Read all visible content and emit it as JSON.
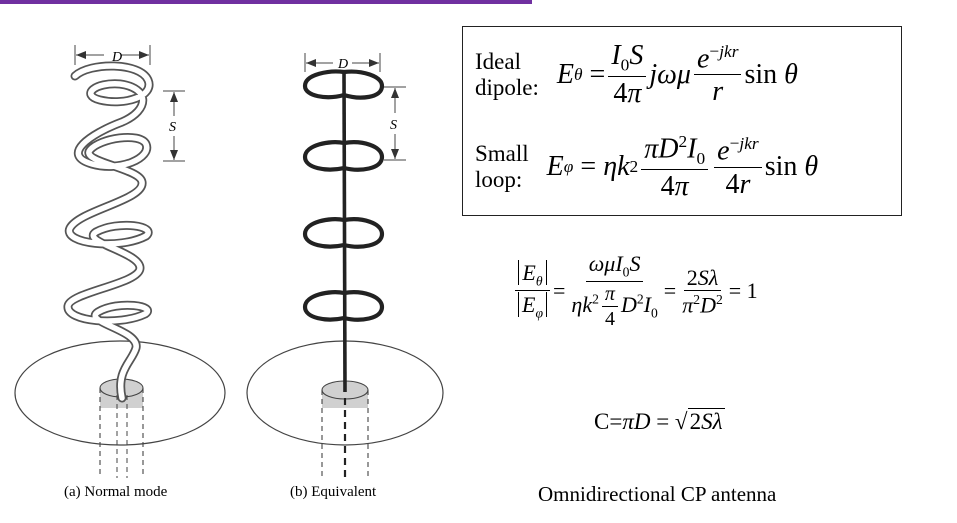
{
  "captions": {
    "normal": "(a)  Normal mode",
    "equivalent": "(b)  Equivalent",
    "bottom": "Omnidirectional CP antenna"
  },
  "dimension_labels": {
    "diameter": "D",
    "spacing": "S"
  },
  "formula_box": {
    "dipole_label_1": "Ideal",
    "dipole_label_2": "dipole:",
    "loop_label_1": "Small",
    "loop_label_2": "loop:"
  },
  "colors": {
    "accent_bar": "#7030a0",
    "feed_gray": "#d0d0d0"
  }
}
